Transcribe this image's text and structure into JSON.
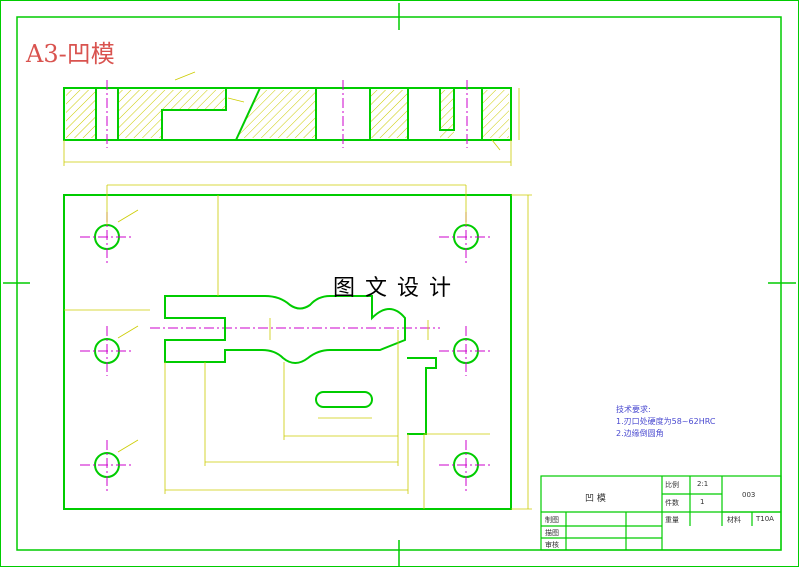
{
  "title": "A3-凹模",
  "watermark": "图文设计",
  "tech_notes": {
    "heading": "技术要求:",
    "line1": "1.刃口处硬度为58~62HRC",
    "line2": "2.边缘倒圆角"
  },
  "title_block": {
    "part_name": "凹   模",
    "scale_label": "比例",
    "scale_value": "2:1",
    "qty_label": "件数",
    "qty_value": "1",
    "drawing_no": "003",
    "weight_label": "重量",
    "material_label": "材料",
    "material_value": "T10A",
    "drawn_label": "制图",
    "design_label": "描图",
    "check_label": "审核"
  },
  "colors": {
    "outline": "#00cc00",
    "centerline": "#cc00cc",
    "dimension": "#cccc00",
    "hatch": "#cccc00",
    "title": "#d9534f",
    "notes": "#4a4ad0"
  }
}
